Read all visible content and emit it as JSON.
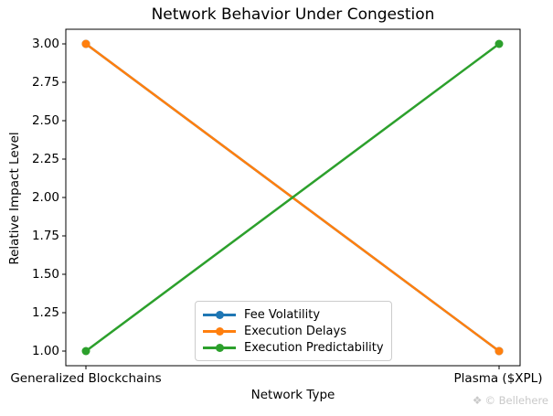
{
  "chart_data": {
    "type": "line",
    "title": "Network Behavior Under Congestion",
    "xlabel": "Network Type",
    "ylabel": "Relative Impact Level",
    "categories": [
      "Generalized Blockchains",
      "Plasma ($XPL)"
    ],
    "series": [
      {
        "name": "Fee Volatility",
        "color": "#1f77b4",
        "values": [
          3,
          1
        ]
      },
      {
        "name": "Execution Delays",
        "color": "#ff7f0e",
        "values": [
          3,
          1
        ]
      },
      {
        "name": "Execution Predictability",
        "color": "#2ca02c",
        "values": [
          1,
          3
        ]
      }
    ],
    "yticks": [
      "3.00",
      "2.75",
      "2.50",
      "2.25",
      "2.00",
      "1.75",
      "1.50",
      "1.25",
      "1.00"
    ],
    "ylim": [
      0.9,
      3.1
    ],
    "grid": false,
    "legend_position": "lower center",
    "frame_color": "#000000",
    "background_color": "#ffffff"
  },
  "watermark": {
    "icon_glyph": "❖",
    "text": "© Bellehere",
    "color": "#c9c9c9"
  }
}
